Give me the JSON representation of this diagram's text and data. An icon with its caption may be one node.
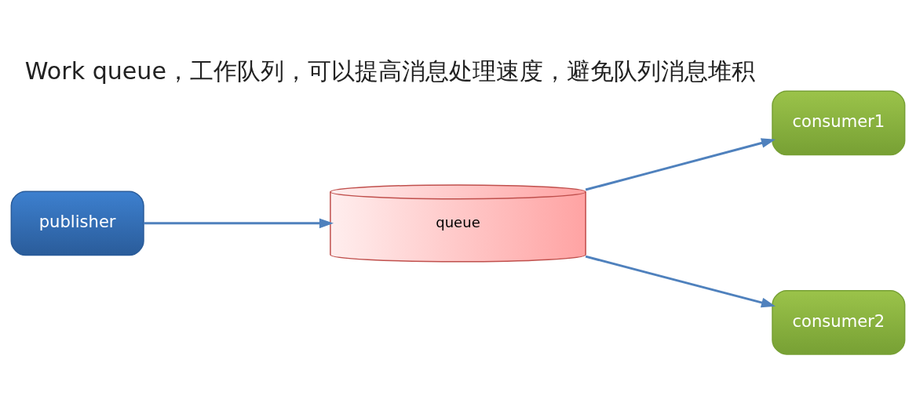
{
  "diagram": {
    "title": "Work queue，工作队列，可以提高消息处理速度，避免队列消息堆积",
    "nodes": [
      {
        "text": [
          "publisher"
        ]
      },
      {
        "text": [
          "queue"
        ]
      },
      {
        "text": [
          "consumer1"
        ]
      },
      {
        "text": [
          "consumer2"
        ]
      }
    ],
    "edges": [
      {
        "from": 0,
        "to": 1,
        "arrow": "to"
      },
      {
        "from": 1,
        "to": 2,
        "arrow": "to"
      },
      {
        "from": 1,
        "to": 3,
        "arrow": "to"
      }
    ]
  }
}
